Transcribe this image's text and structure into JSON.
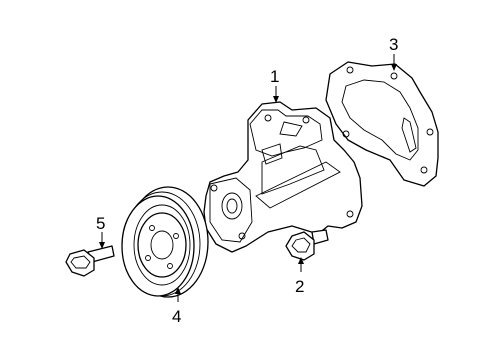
{
  "callouts": [
    {
      "id": "1",
      "label": "1",
      "part": "water-pump"
    },
    {
      "id": "2",
      "label": "2",
      "part": "pump-bolt"
    },
    {
      "id": "3",
      "label": "3",
      "part": "pump-gasket"
    },
    {
      "id": "4",
      "label": "4",
      "part": "pump-pulley"
    },
    {
      "id": "5",
      "label": "5",
      "part": "pulley-bolt"
    }
  ],
  "line_color": "#000000",
  "background_color": "#ffffff"
}
